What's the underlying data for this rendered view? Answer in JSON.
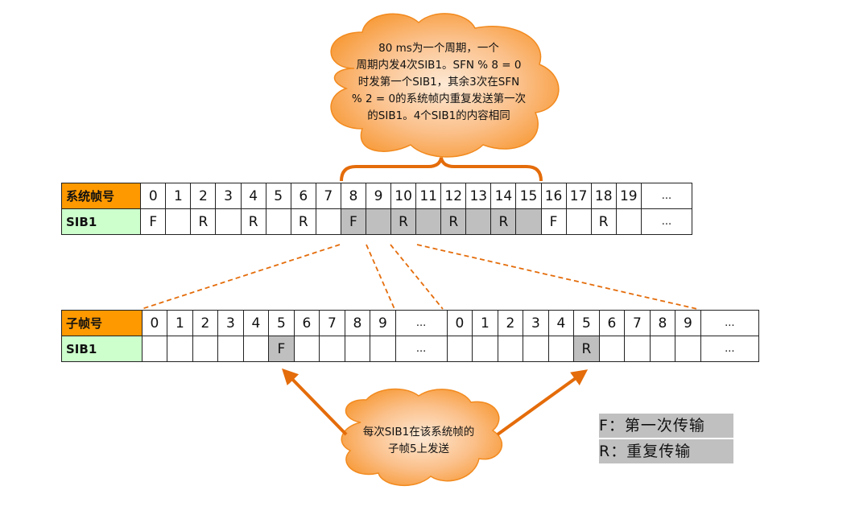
{
  "top_note": {
    "lines": [
      "80 ms为一个周期，一个",
      "周期内发4次SIB1。SFN % 8 = 0",
      "时发第一个SIB1，其余3次在SFN",
      "% 2 = 0的系统帧内重复发送第一次",
      "的SIB1。4个SIB1的内容相同"
    ]
  },
  "sfn_table": {
    "row1_header": "系统帧号",
    "row2_header": "SIB1",
    "frames": [
      "0",
      "1",
      "2",
      "3",
      "4",
      "5",
      "6",
      "7",
      "8",
      "9",
      "10",
      "11",
      "12",
      "13",
      "14",
      "15",
      "16",
      "17",
      "18",
      "19",
      "..."
    ],
    "sib1": [
      "F",
      "",
      "R",
      "",
      "R",
      "",
      "R",
      "",
      "F",
      "",
      "R",
      "",
      "R",
      "",
      "R",
      "",
      "F",
      "",
      "R",
      "",
      "..."
    ],
    "highlighted_frames": [
      "8",
      "9",
      "10",
      "11",
      "12",
      "13",
      "14",
      "15"
    ]
  },
  "subframe_table": {
    "row1_header": "子帧号",
    "row2_header": "SIB1",
    "subframes": [
      "0",
      "1",
      "2",
      "3",
      "4",
      "5",
      "6",
      "7",
      "8",
      "9",
      "...",
      "0",
      "1",
      "2",
      "3",
      "4",
      "5",
      "6",
      "7",
      "8",
      "9",
      "..."
    ],
    "sib1": [
      "",
      "",
      "",
      "",
      "",
      "F",
      "",
      "",
      "",
      "",
      "...",
      "",
      "",
      "",
      "",
      "",
      "R",
      "",
      "",
      "",
      "",
      "..."
    ]
  },
  "bottom_note": {
    "lines": [
      "每次SIB1在该系统帧的",
      "子帧5上发送"
    ]
  },
  "legend": {
    "f": "F：第一次传输",
    "r": "R：重复传输"
  },
  "colors": {
    "cloud_fill": "#f7962f",
    "cloud_center": "#fde9d5",
    "connector": "#e46c0a",
    "header_orange": "#ff9900",
    "header_green": "#ccffcc",
    "cell_gray": "#bfbfbf"
  }
}
